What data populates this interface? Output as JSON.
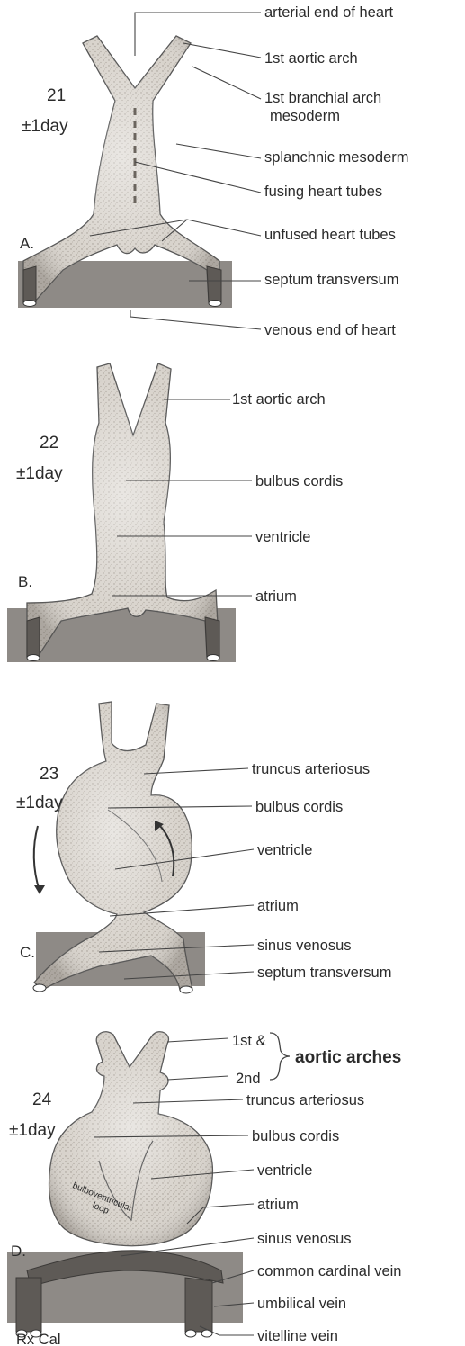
{
  "panels": [
    {
      "letter": "A.",
      "age_days": "21",
      "age_range": "±1day",
      "labels": [
        "arterial end of heart",
        "1st aortic arch",
        "1st branchial arch",
        "mesoderm",
        "splanchnic mesoderm",
        "fusing heart tubes",
        "unfused heart tubes",
        "septum transversum",
        "venous end of heart"
      ]
    },
    {
      "letter": "B.",
      "age_days": "22",
      "age_range": "±1day",
      "labels": [
        "1st aortic arch",
        "bulbus cordis",
        "ventricle",
        "atrium"
      ]
    },
    {
      "letter": "C.",
      "age_days": "23",
      "age_range": "±1day",
      "labels": [
        "truncus arteriosus",
        "bulbus cordis",
        "ventricle",
        "atrium",
        "sinus venosus",
        "septum transversum"
      ]
    },
    {
      "letter": "D.",
      "age_days": "24",
      "age_range": "±1day",
      "labels": [
        "1st &",
        "2nd",
        "aortic arches",
        "truncus arteriosus",
        "bulbus cordis",
        "ventricle",
        "atrium",
        "sinus venosus",
        "common cardinal vein",
        "umbilical vein",
        "vitelline vein"
      ],
      "inner_labels": [
        "bulboventricular",
        "loop"
      ]
    }
  ],
  "signature": "Rx Cal",
  "colors": {
    "background": "#ffffff",
    "tissue": "#cfc9c1",
    "septum": "#8e8a86",
    "ink": "#2b2b2b"
  }
}
